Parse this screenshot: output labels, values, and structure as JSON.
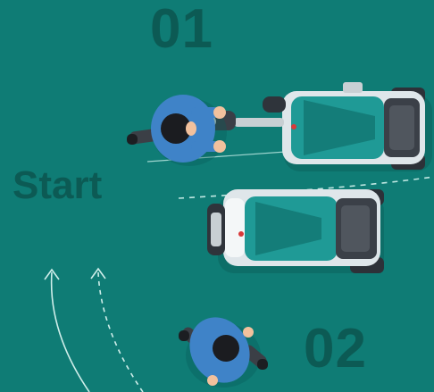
{
  "step_labels": {
    "step_one": "01",
    "step_two": "02",
    "start": "Start"
  },
  "colors": {
    "background": "#0f7c75",
    "label_text": "#0c5a54",
    "operator_shirt": "#3f83c8",
    "machine_teal": "#1f9a96",
    "machine_body": "#dfe6ea"
  },
  "icons": [
    "operator-icon",
    "scrubber-machine-icon",
    "path-arrow-icon"
  ]
}
